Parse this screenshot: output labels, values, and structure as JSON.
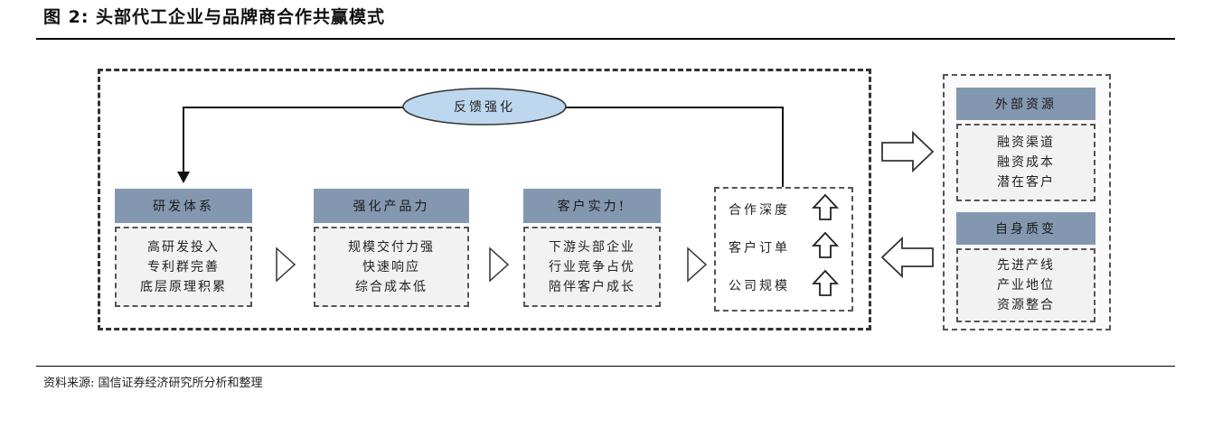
{
  "figure": {
    "title": "图 2: 头部代工企业与品牌商合作共赢模式",
    "source": "资料来源: 国信证券经济研究所分析和整理"
  },
  "diagram": {
    "feedback_label": "反馈强化",
    "stages": [
      {
        "header": "研发体系",
        "lines": [
          "高研发投入",
          "专利群完善",
          "底层原理积累"
        ]
      },
      {
        "header": "强化产品力",
        "lines": [
          "规模交付力强",
          "快速响应",
          "综合成本低"
        ]
      },
      {
        "header": "客户实力!",
        "lines": [
          "下游头部企业",
          "行业竞争占优",
          "陪伴客户成长"
        ]
      }
    ],
    "outcomes": [
      "合作深度",
      "客户订单",
      "公司规模"
    ],
    "external": {
      "header": "外部资源",
      "lines": [
        "融资渠道",
        "融资成本",
        "潜在客户"
      ]
    },
    "internal": {
      "header": "自身质变",
      "lines": [
        "先进产线",
        "产业地位",
        "资源整合"
      ]
    }
  },
  "colors": {
    "header_fill": "#8497b0",
    "body_fill": "#f2f2f2",
    "ellipse_fill": "#bdd7ee"
  }
}
